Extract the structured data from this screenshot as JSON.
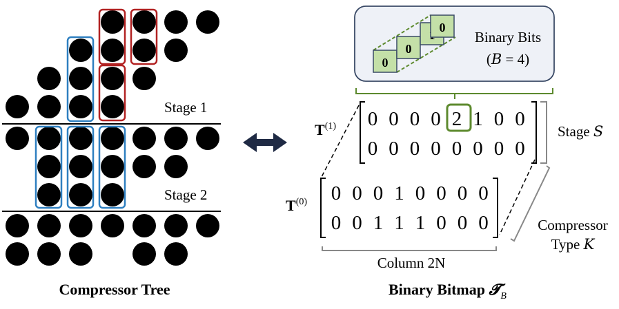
{
  "left_panel": {
    "stage1_label": "Stage 1",
    "stage2_label": "Stage 2",
    "caption": "Compressor Tree"
  },
  "right_panel": {
    "binary_bits": {
      "title": "Binary Bits",
      "param_open": "(",
      "param_symbol": "B",
      "param_eq": " = 4)",
      "slice_values": [
        "0",
        "0",
        "1",
        "0"
      ]
    },
    "t1_label": "T",
    "t1_sup": "(1)",
    "t0_label": "T",
    "t0_sup": "(0)",
    "matrix_t1": [
      [
        "0",
        "0",
        "0",
        "0",
        "2",
        "1",
        "0",
        "0"
      ],
      [
        "0",
        "0",
        "0",
        "0",
        "0",
        "0",
        "0",
        "0"
      ]
    ],
    "matrix_t0": [
      [
        "0",
        "0",
        "0",
        "1",
        "0",
        "0",
        "0",
        "0"
      ],
      [
        "0",
        "0",
        "1",
        "1",
        "1",
        "0",
        "0",
        "0"
      ]
    ],
    "stage_label": "Stage ",
    "stage_symbol": "S",
    "compressor_label_line1": "Compressor",
    "compressor_label_line2": "Type ",
    "compressor_symbol": "K",
    "column_label": "Column 2N",
    "caption_text": "Binary Bitmap ",
    "caption_symbol": "𝓣",
    "caption_sub": "B"
  },
  "colors": {
    "dot": "#000000",
    "red_box": "#b22222",
    "blue_box": "#2e7fc0",
    "green": "#5d8a2e",
    "green_fill": "#c4e0a8",
    "panel_fill": "#eef1f7",
    "panel_stroke": "#3a4a66",
    "arrow": "#1f2a44",
    "bracket": "#888888"
  }
}
